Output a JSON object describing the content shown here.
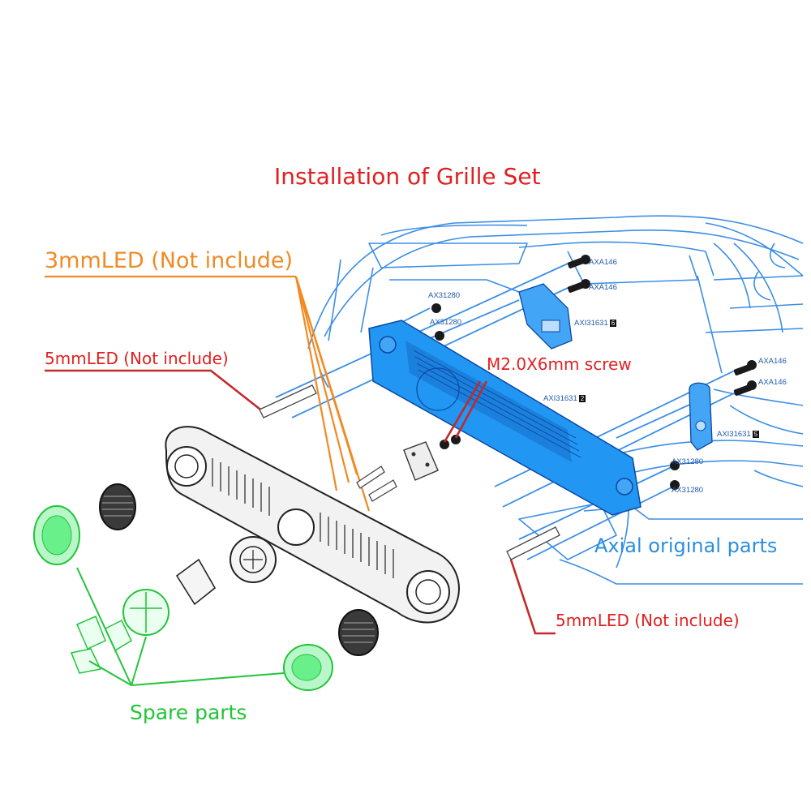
{
  "title": "Installation of Grille Set",
  "labels": {
    "led_3mm": "3mmLED  (Not include)",
    "led_5mm_left": "5mmLED  (Not include)",
    "led_5mm_right": "5mmLED  (Not include)",
    "screw": "M2.0X6mm  screw",
    "axial_parts": "Axial original parts",
    "spare_parts": "Spare parts"
  },
  "part_numbers": {
    "axa146_1": "AXA146",
    "axa146_2": "AXA146",
    "ax31280_1": "AX31280",
    "ax31280_2": "AX31280",
    "axi31631_6": "AXI31631",
    "axi31631_6_num": "6",
    "axi31631_2": "AXI31631",
    "axi31631_2_num": "2",
    "axa146_3": "AXA146",
    "axa146_4": "AXA146",
    "axi31631_5": "AXI31631",
    "axi31631_5_num": "5",
    "ax31280_3": "AX31280",
    "ax31280_4": "AX31280"
  },
  "colors": {
    "title": "#e02020",
    "led_3mm": "#f08a24",
    "axial": "#2b8fe0",
    "spare": "#22c43a",
    "line_blue": "#3b8ee6",
    "part_blue": "#1e88e5"
  }
}
